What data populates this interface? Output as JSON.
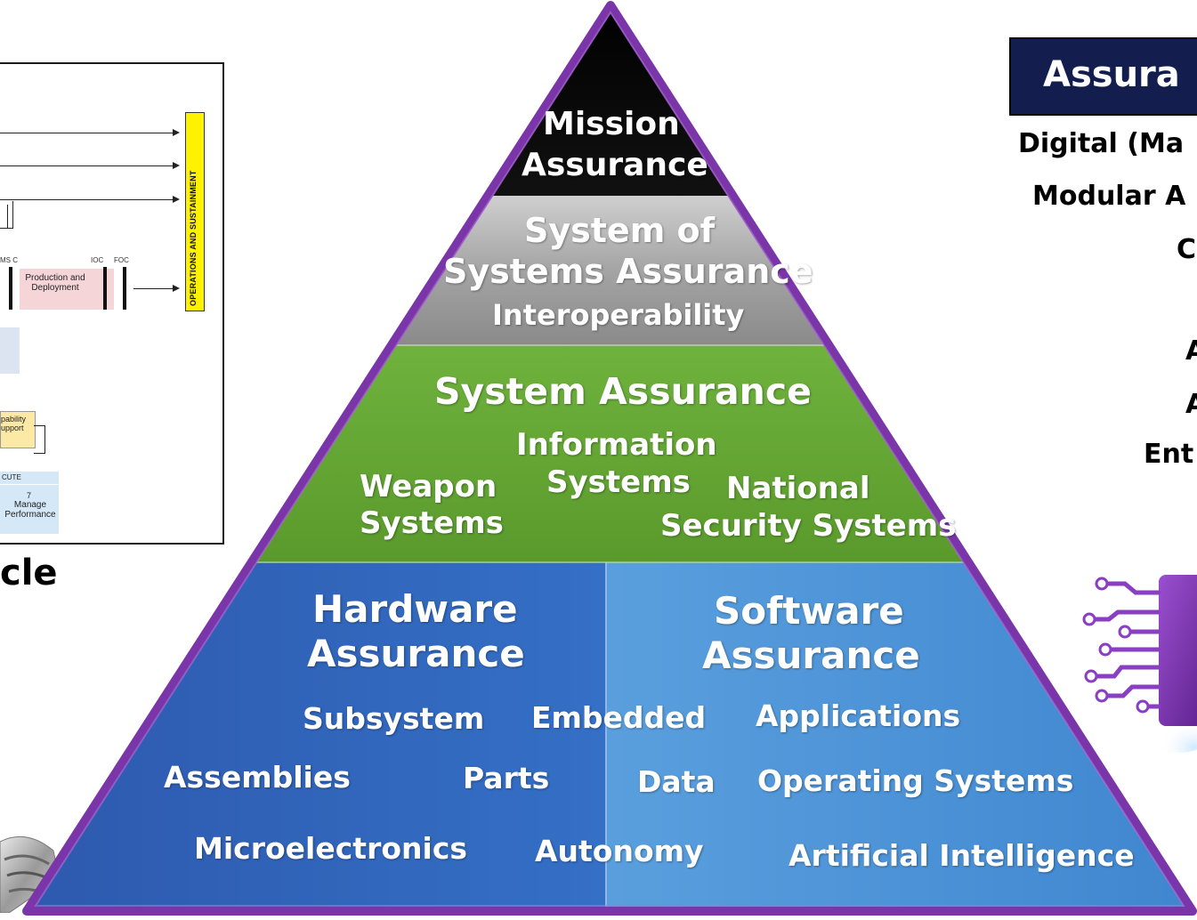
{
  "lifecycle": {
    "operations_label": "OPERATIONS AND SUSTAINMENT",
    "production_label": "Production and Deployment",
    "ms_c": "MS C",
    "ioc": "IOC",
    "foc": "FOC",
    "capability_text": "pability\nupport",
    "execute_text": "CUTE",
    "manage_number": "7",
    "manage_text": "Manage\nPerformance",
    "caption": "cle"
  },
  "pyramid": {
    "mission": {
      "title_line1": "Mission",
      "title_line2": "Assurance"
    },
    "sos": {
      "title_line1": "System of",
      "title_line2": "Systems Assurance",
      "sub": "Interoperability"
    },
    "system": {
      "title": "System Assurance",
      "info_line1": "Information",
      "info_line2": "Systems",
      "weapon_line1": "Weapon",
      "weapon_line2": "Systems",
      "national_line1": "National",
      "national_line2": "Security Systems"
    },
    "hardware": {
      "title_line1": "Hardware",
      "title_line2": "Assurance",
      "subsystem": "Subsystem",
      "assemblies": "Assemblies",
      "parts": "Parts",
      "microelectronics": "Microelectronics"
    },
    "shared": {
      "embedded": "Embedded",
      "data": "Data",
      "autonomy": "Autonomy"
    },
    "software": {
      "title_line1": "Software",
      "title_line2": "Assurance",
      "applications": "Applications",
      "operating_systems": "Operating Systems",
      "ai": "Artificial Intelligence"
    }
  },
  "right_panel": {
    "banner": "Assura",
    "line1": "Digital (Ma",
    "line2": "Modular A",
    "line3": "C",
    "line4": "A",
    "line5": "A",
    "line6": "Ent"
  },
  "colors": {
    "mission": "#000000",
    "sos": "#9a9a9a",
    "system": "#6aaa3a",
    "hardware": "#2e63b8",
    "software": "#4f93d6",
    "border": "#7030a0",
    "banner": "#141e4e"
  },
  "icons": [
    "circuit-chip-icon",
    "metal-parts-icon"
  ]
}
